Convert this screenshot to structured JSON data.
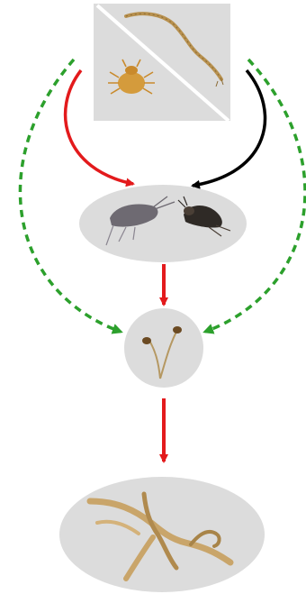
{
  "diagram": {
    "nodes": [
      {
        "id": "predators",
        "contents": [
          "mite",
          "centipede"
        ]
      },
      {
        "id": "springtails",
        "contents": [
          "springtail-grey",
          "springtail-dark"
        ]
      },
      {
        "id": "fungus",
        "contents": [
          "fungal-fruiting-bodies"
        ]
      },
      {
        "id": "plant",
        "contents": [
          "dried-plant"
        ]
      }
    ],
    "edges": [
      {
        "from": "predators",
        "to": "springtails",
        "style": "solid",
        "color": "#e31a1c"
      },
      {
        "from": "predators",
        "to": "springtails",
        "style": "solid",
        "color": "#000000"
      },
      {
        "from": "predators",
        "to": "fungus",
        "style": "dashed",
        "color": "#2ca02c"
      },
      {
        "from": "predators",
        "to": "fungus",
        "style": "dashed",
        "color": "#2ca02c"
      },
      {
        "from": "springtails",
        "to": "fungus",
        "style": "solid",
        "color": "#e31a1c"
      },
      {
        "from": "fungus",
        "to": "plant",
        "style": "solid",
        "color": "#e31a1c"
      }
    ],
    "colors": {
      "node_fill": "#dcdcdc",
      "red": "#e31a1c",
      "black": "#000000",
      "green": "#2ca02c"
    }
  }
}
